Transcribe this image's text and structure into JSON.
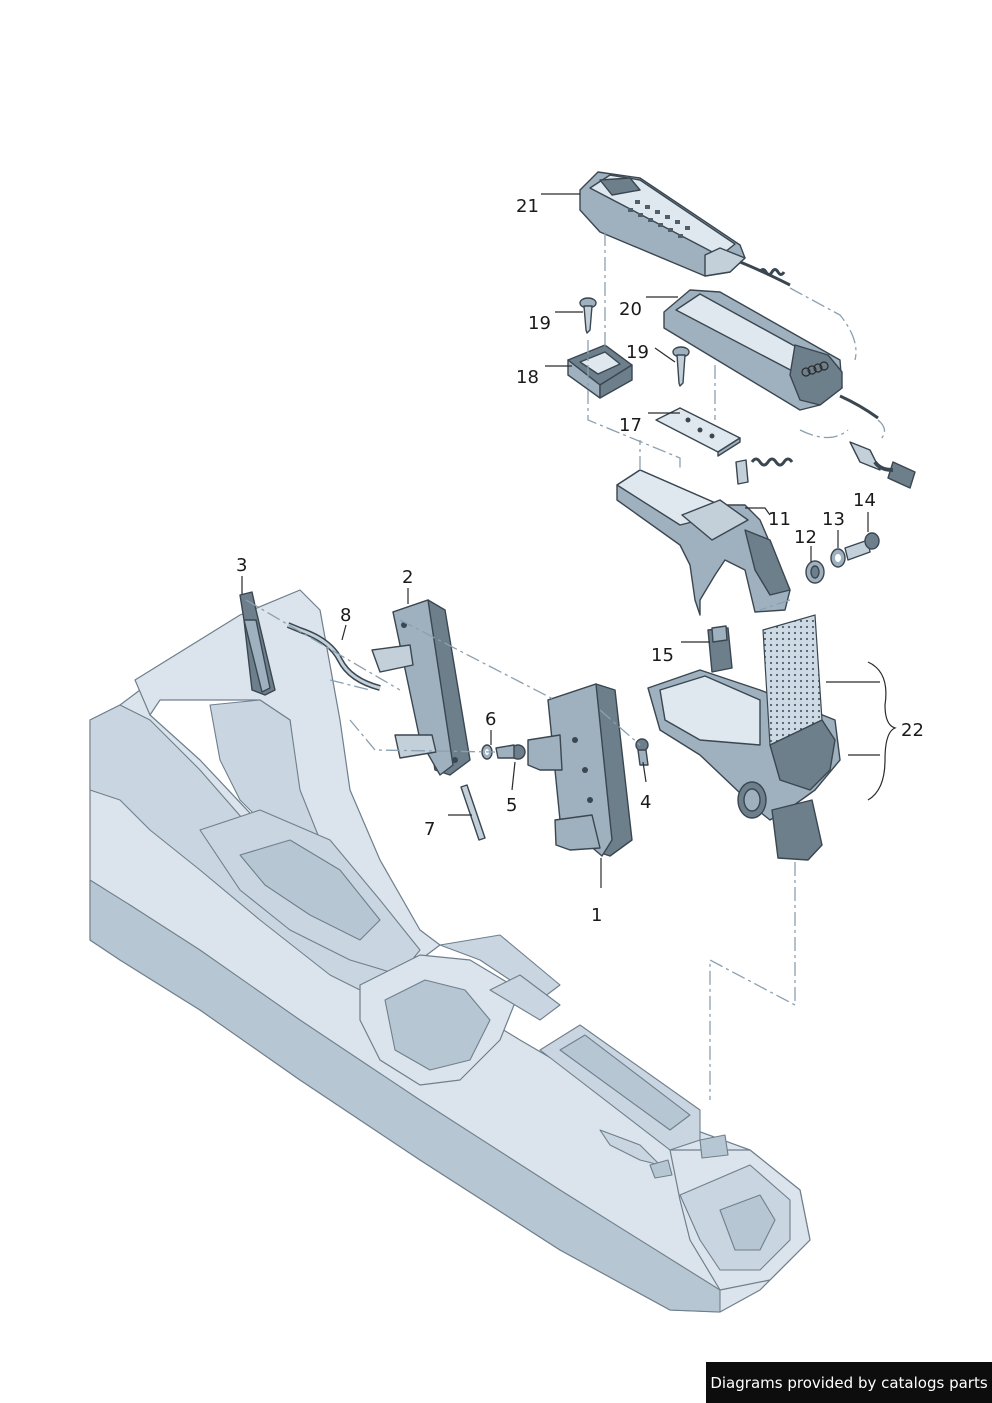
{
  "labels": {
    "p1": "1",
    "p2": "2",
    "p3": "3",
    "p4": "4",
    "p5": "5",
    "p6": "6",
    "p7": "7",
    "p8": "8",
    "p11": "11",
    "p12": "12",
    "p13": "13",
    "p14": "14",
    "p15": "15",
    "p17": "17",
    "p18": "18",
    "p19a": "19",
    "p19b": "19",
    "p20": "20",
    "p21": "21",
    "p22": "22"
  },
  "credit": "Diagrams provided by catalogs parts",
  "colors": {
    "console": "#dbe4ec",
    "part_dark": "#6e7f8c",
    "line": "#2a2a2a",
    "dash": "#8aa0b0"
  }
}
